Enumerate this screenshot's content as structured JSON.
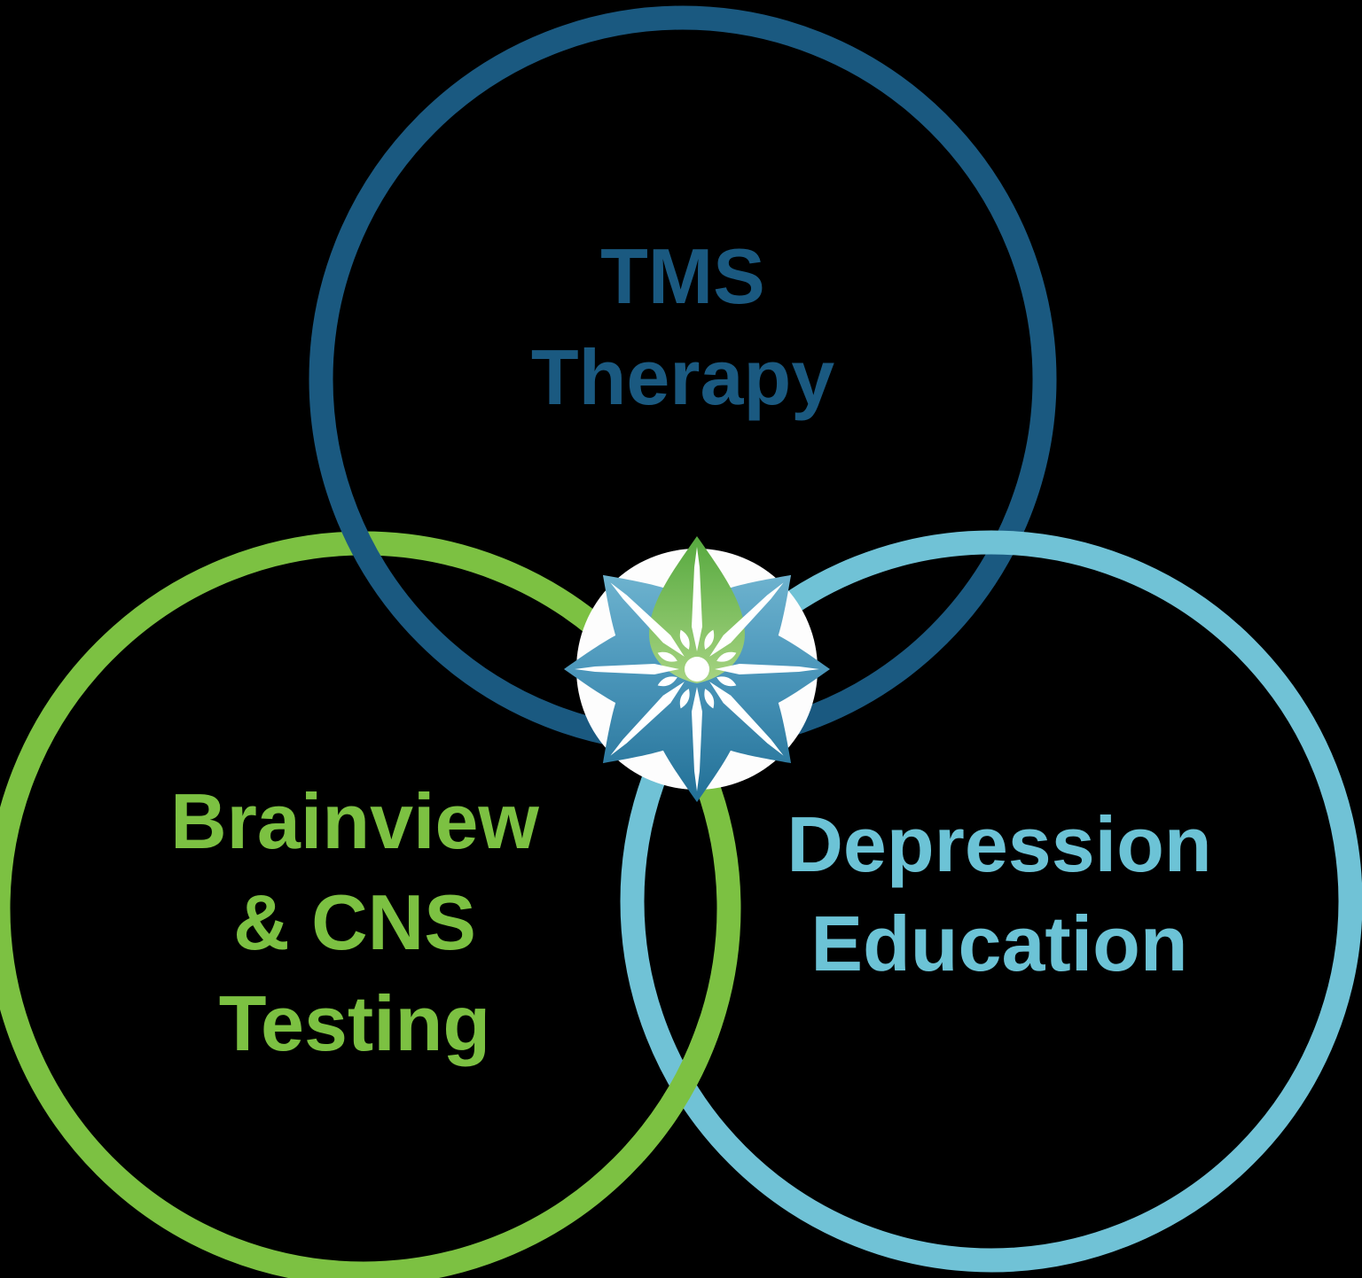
{
  "diagram": {
    "type": "venn-interlocking-circles",
    "background_color": "#000000"
  },
  "circles": {
    "top": {
      "id": "tms-therapy",
      "lines": [
        "TMS",
        "Therapy"
      ],
      "color": "#1a5980"
    },
    "left": {
      "id": "brainview-cns-testing",
      "lines": [
        "Brainview",
        "& CNS",
        "Testing"
      ],
      "color": "#7cc142"
    },
    "right": {
      "id": "depression-education",
      "lines": [
        "Depression",
        "Education"
      ],
      "color": "#70c2d6"
    }
  },
  "logo": {
    "name": "lotus-flower-logo",
    "disc_color": "#fdfdfd",
    "green_petal_gradient": [
      "#56a93e",
      "#a9d584"
    ],
    "blue_petal_gradient": [
      "#7dc0d8",
      "#4c97bb",
      "#206e95"
    ],
    "detail_color": "#ffffff"
  }
}
